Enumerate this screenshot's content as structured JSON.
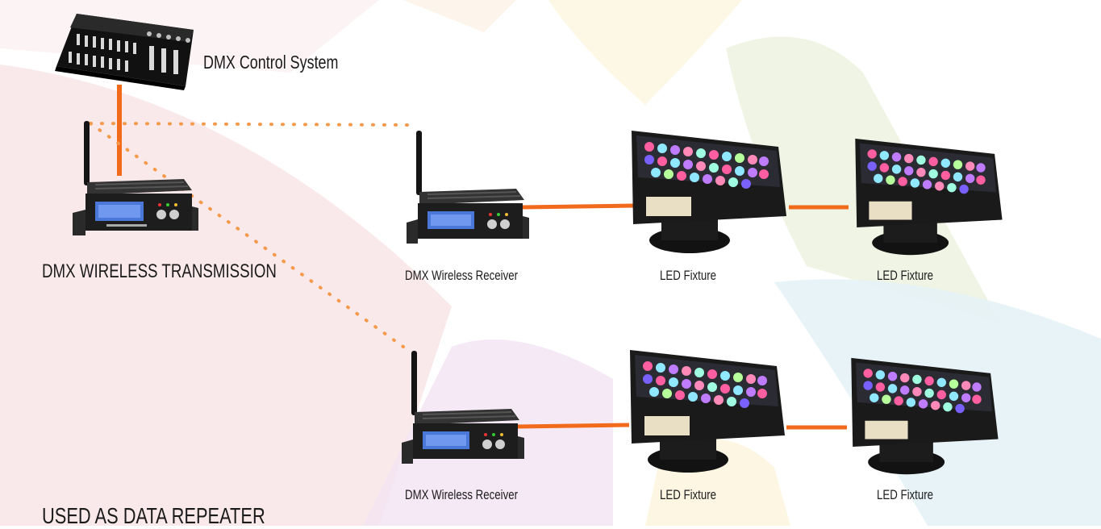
{
  "labels": {
    "controller": "DMX Control  System",
    "transmitter": "DMX WIRELESS TRANSMISSION",
    "receiver_top": "DMX Wireless Receiver",
    "fixture_top_1": "LED Fixture",
    "fixture_top_2": "LED Fixture",
    "receiver_bottom": "DMX Wireless Receiver",
    "fixture_bottom_1": "LED Fixture",
    "fixture_bottom_2": "LED Fixture",
    "footer": "USED AS DATA REPEATER"
  },
  "colors": {
    "cable": "#f26a1b",
    "wireless_dots": "#f59a4a",
    "device_body": "#1d1d1d",
    "lcd": "#4a78d8",
    "text": "#1b1b1b"
  },
  "icons": {
    "controller": "dmx-console-icon",
    "transmitter": "wireless-transceiver-icon",
    "receiver": "wireless-transceiver-icon",
    "fixture": "led-wall-washer-icon"
  }
}
